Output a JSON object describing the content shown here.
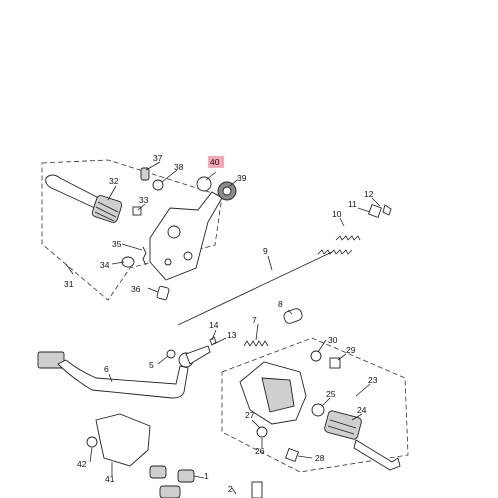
{
  "diagram": {
    "highlighted_part": "40",
    "labels": {
      "p1": "1",
      "p2": "2",
      "p5": "5",
      "p6": "6",
      "p7": "7",
      "p8": "8",
      "p9": "9",
      "p10": "10",
      "p11": "11",
      "p12": "12",
      "p13": "13",
      "p14": "14",
      "p23": "23",
      "p24": "24",
      "p25": "25",
      "p26": "26",
      "p27": "27",
      "p28": "28",
      "p29": "29",
      "p30": "30",
      "p31": "31",
      "p32": "32",
      "p33": "33",
      "p34": "34",
      "p35": "35",
      "p36": "36",
      "p37": "37",
      "p38": "38",
      "p39": "39",
      "p40": "40",
      "p41": "41",
      "p42": "42"
    },
    "colors": {
      "highlight": "#f7a7b4",
      "line": "#222222"
    }
  }
}
